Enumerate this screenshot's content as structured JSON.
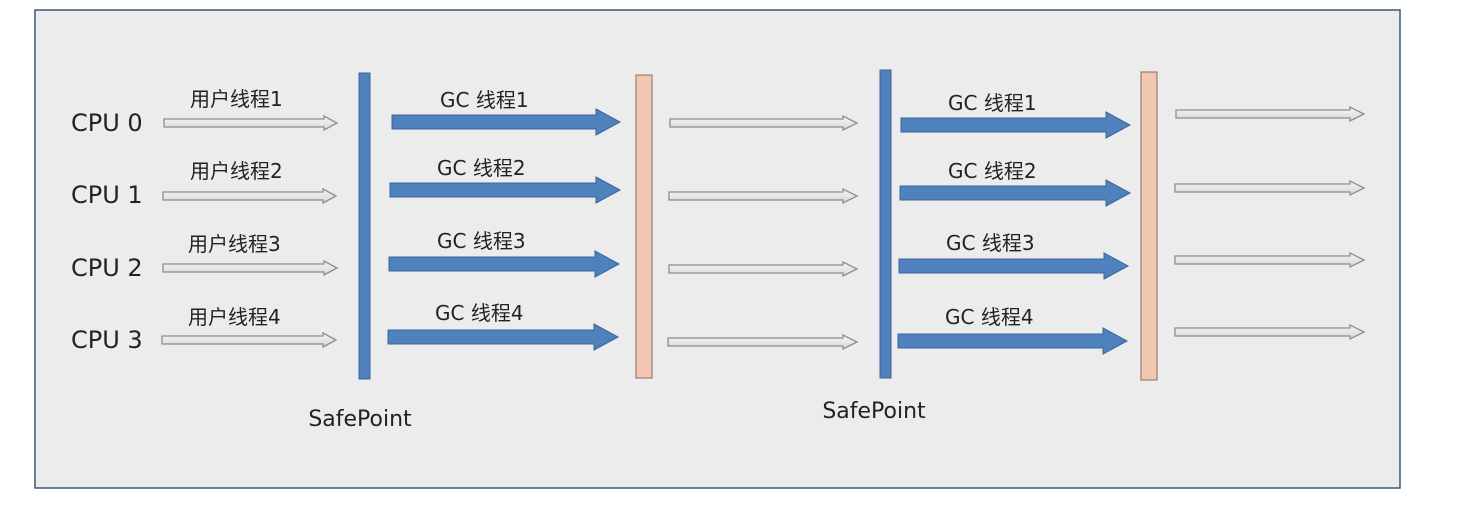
{
  "diagram": {
    "cpus": [
      "CPU 0",
      "CPU 1",
      "CPU 2",
      "CPU 3"
    ],
    "user_threads": [
      "用户线程1",
      "用户线程2",
      "用户线程3",
      "用户线程4"
    ],
    "gc_threads_first": [
      "GC 线程1",
      "GC 线程2",
      "GC 线程3",
      "GC 线程4"
    ],
    "gc_threads_second": [
      "GC 线程1",
      "GC 线程2",
      "GC 线程3",
      "GC 线程4"
    ],
    "safepoint_labels": [
      "SafePoint",
      "SafePoint"
    ],
    "colors": {
      "panel_bg": "#ececec",
      "panel_border": "#3d5676",
      "blue": "#4f81bd",
      "blue_stroke": "#3a64a0",
      "peach": "#f2c7b2",
      "peach_stroke": "#8a6a5e",
      "gray_arrow_fill": "#e6e6e6",
      "gray_arrow_stroke": "#8d8d8d"
    }
  }
}
